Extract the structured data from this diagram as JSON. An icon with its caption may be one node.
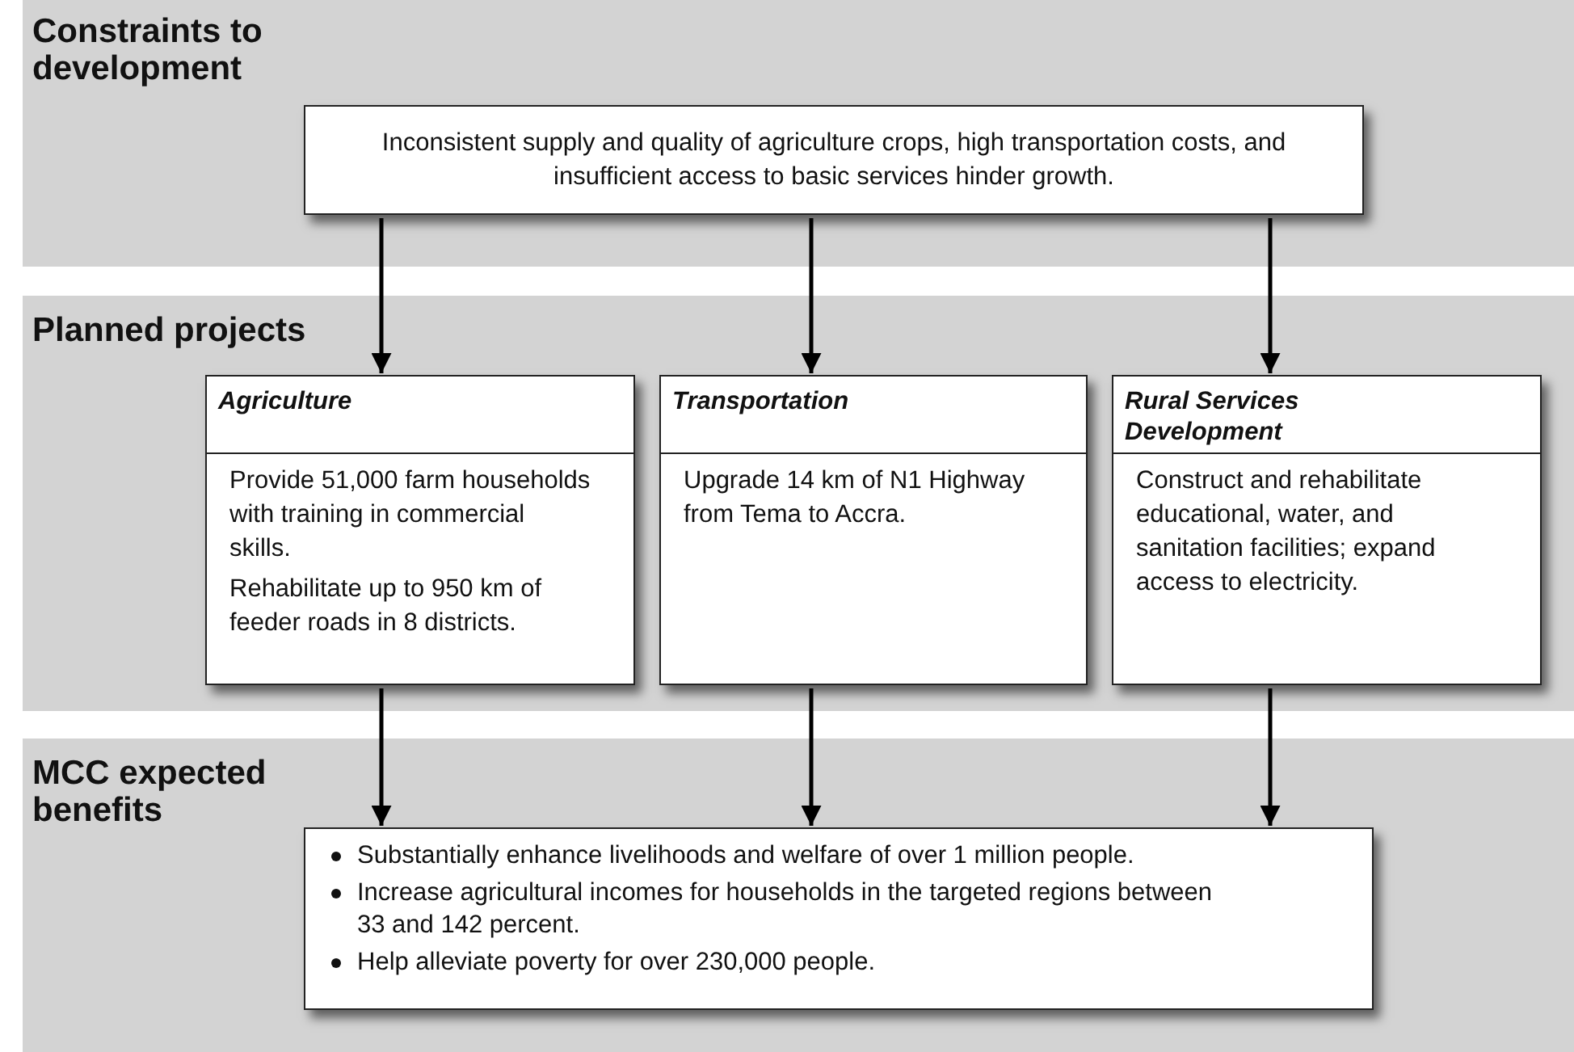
{
  "diagram": {
    "nodes": [
      {
        "text": [
          "Constraints to development"
        ]
      },
      {
        "text": [
          "Inconsistent supply and quality of agriculture crops, high transportation costs, and insufficient access to basic services hinder growth."
        ],
        "in": 0
      },
      {
        "text": [
          "Planned projects"
        ]
      },
      {
        "text": [
          "Agriculture",
          "Provide 51,000 farm households with training in commercial skills.",
          "Rehabilitate up to 950 km of feeder roads in 8 districts."
        ],
        "in": 2
      },
      {
        "text": [
          "Transportation",
          "Upgrade 14 km of N1 Highway from Tema to Accra."
        ],
        "in": 2
      },
      {
        "text": [
          "Rural Services Development",
          "Construct and rehabilitate educational, water, and sanitation facilities; expand access to electricity."
        ],
        "in": 2
      },
      {
        "text": [
          "MCC expected benefits"
        ]
      },
      {
        "text": [
          "Substantially enhance livelihoods and welfare of over 1 million people.",
          "Increase agricultural incomes for households in the targeted regions between 33 and 142 percent.",
          "Help alleviate poverty for over 230,000 people."
        ],
        "in": 6
      }
    ],
    "edges": [
      {
        "from": 1,
        "to": 3,
        "arrow": "to"
      },
      {
        "from": 1,
        "to": 4,
        "arrow": "to"
      },
      {
        "from": 1,
        "to": 5,
        "arrow": "to"
      },
      {
        "from": 3,
        "to": 7,
        "arrow": "to"
      },
      {
        "from": 4,
        "to": 7,
        "arrow": "to"
      },
      {
        "from": 5,
        "to": 7,
        "arrow": "to"
      }
    ]
  }
}
